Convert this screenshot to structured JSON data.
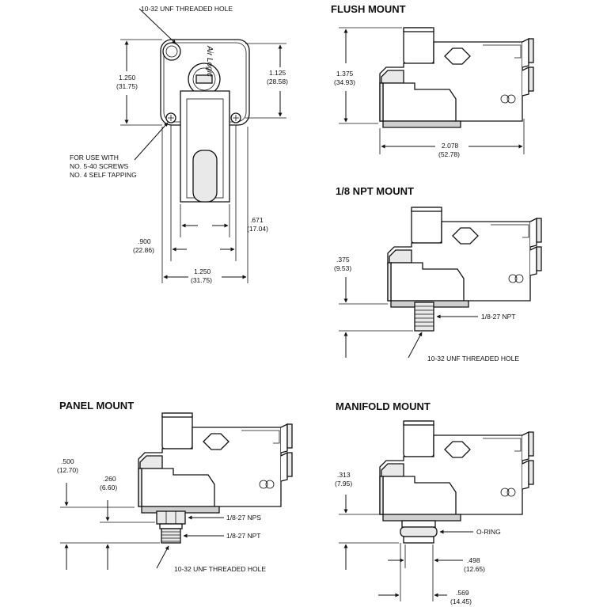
{
  "top_view": {
    "hole_callout": "10-32 UNF THREADED HOLE",
    "logo_text": "Air Logic",
    "dim_height_in": "1.250",
    "dim_height_mm": "(31.75)",
    "dim_hole_in": "1.125",
    "dim_hole_mm": "(28.58)",
    "screw_note": [
      "FOR USE WITH",
      "NO. 5-40 SCREWS",
      "NO. 4 SELF TAPPING"
    ],
    "dim_slot_in": ".671",
    "dim_slot_mm": "(17.04)",
    "dim_900_in": ".900",
    "dim_900_mm": "(22.86)",
    "dim_width_in": "1.250",
    "dim_width_mm": "(31.75)"
  },
  "flush_mount": {
    "title": "FLUSH MOUNT",
    "dim_height_in": "1.375",
    "dim_height_mm": "(34.93)",
    "dim_width_in": "2.078",
    "dim_width_mm": "(52.78)"
  },
  "npt_mount": {
    "title": "1/8 NPT MOUNT",
    "dim_in": ".375",
    "dim_mm": "(9.53)",
    "thread_label": "1/8-27 NPT",
    "hole_label": "10-32 UNF THREADED HOLE"
  },
  "panel_mount": {
    "title": "PANEL MOUNT",
    "dim_500_in": ".500",
    "dim_500_mm": "(12.70)",
    "dim_260_in": ".260",
    "dim_260_mm": "(6.60)",
    "nps_label": "1/8-27 NPS",
    "npt_label": "1/8-27 NPT",
    "hole_label": "10-32 UNF THREADED HOLE"
  },
  "manifold_mount": {
    "title": "MANIFOLD MOUNT",
    "dim_313_in": ".313",
    "dim_313_mm": "(7.95)",
    "oring_label": "O-RING",
    "dim_498_in": ".498",
    "dim_498_mm": "(12.65)",
    "dim_569_in": ".569",
    "dim_569_mm": "(14.45)"
  }
}
